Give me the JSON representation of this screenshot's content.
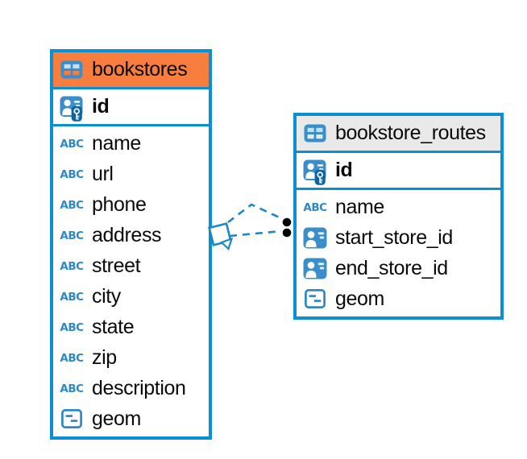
{
  "app": {
    "type": "entity-relationship-diagram",
    "background": "#ffffff"
  },
  "colors": {
    "table_border": "#0a90d2",
    "relationship_line": "#1d86c9",
    "bookstores_header_bg": "#f87e40",
    "bookstore_routes_header_bg": "#e9e9e9",
    "icon_blue": "#3a8fcb",
    "icon_key_bg": "#0c65a3",
    "text_color": "#0a0a0a"
  },
  "icons": {
    "table": "table-grid",
    "primary_key": "person-card-with-key",
    "reference": "person-card",
    "text_type_glyph": "ABC",
    "geometry_type": "box-with-dashes"
  },
  "tables": [
    {
      "name": "bookstores",
      "columns": [
        {
          "name": "id",
          "type": "primary-key"
        },
        {
          "name": "name",
          "type": "text"
        },
        {
          "name": "url",
          "type": "text"
        },
        {
          "name": "phone",
          "type": "text"
        },
        {
          "name": "address",
          "type": "text"
        },
        {
          "name": "street",
          "type": "text"
        },
        {
          "name": "city",
          "type": "text"
        },
        {
          "name": "state",
          "type": "text"
        },
        {
          "name": "zip",
          "type": "text"
        },
        {
          "name": "description",
          "type": "text"
        },
        {
          "name": "geom",
          "type": "geometry"
        }
      ]
    },
    {
      "name": "bookstore_routes",
      "columns": [
        {
          "name": "id",
          "type": "primary-key"
        },
        {
          "name": "name",
          "type": "text"
        },
        {
          "name": "start_store_id",
          "type": "reference"
        },
        {
          "name": "end_store_id",
          "type": "reference"
        },
        {
          "name": "geom",
          "type": "geometry"
        }
      ]
    }
  ],
  "relationship": {
    "from": "bookstores",
    "to": "bookstore_routes",
    "style": "dashed",
    "endpoint_count": 2
  }
}
